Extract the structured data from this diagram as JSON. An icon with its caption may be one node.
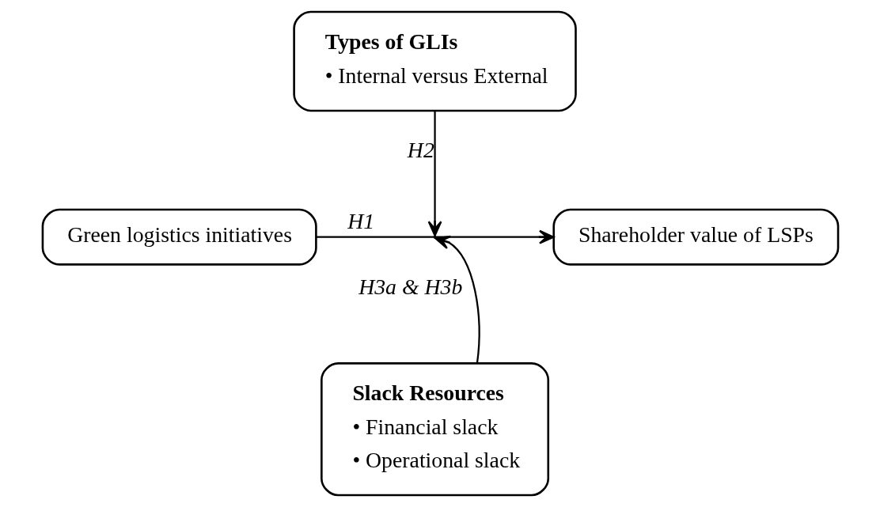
{
  "diagram": {
    "nodes": [
      {
        "text": [
          "Types of GLIs",
          "• Internal versus External"
        ]
      },
      {
        "text": [
          "Green logistics initiatives"
        ]
      },
      {
        "text": [
          "Shareholder value of LSPs"
        ]
      },
      {
        "text": [
          "Slack Resources",
          "• Financial slack",
          "• Operational slack"
        ]
      }
    ],
    "edges": [
      {
        "from": 1,
        "to": 2,
        "arrow": "to",
        "label": "H1"
      },
      {
        "from": 0,
        "to": null,
        "arrow": "to",
        "label": "H2"
      },
      {
        "from": 3,
        "to": null,
        "arrow": "to",
        "label": "H3a & H3b"
      }
    ]
  }
}
